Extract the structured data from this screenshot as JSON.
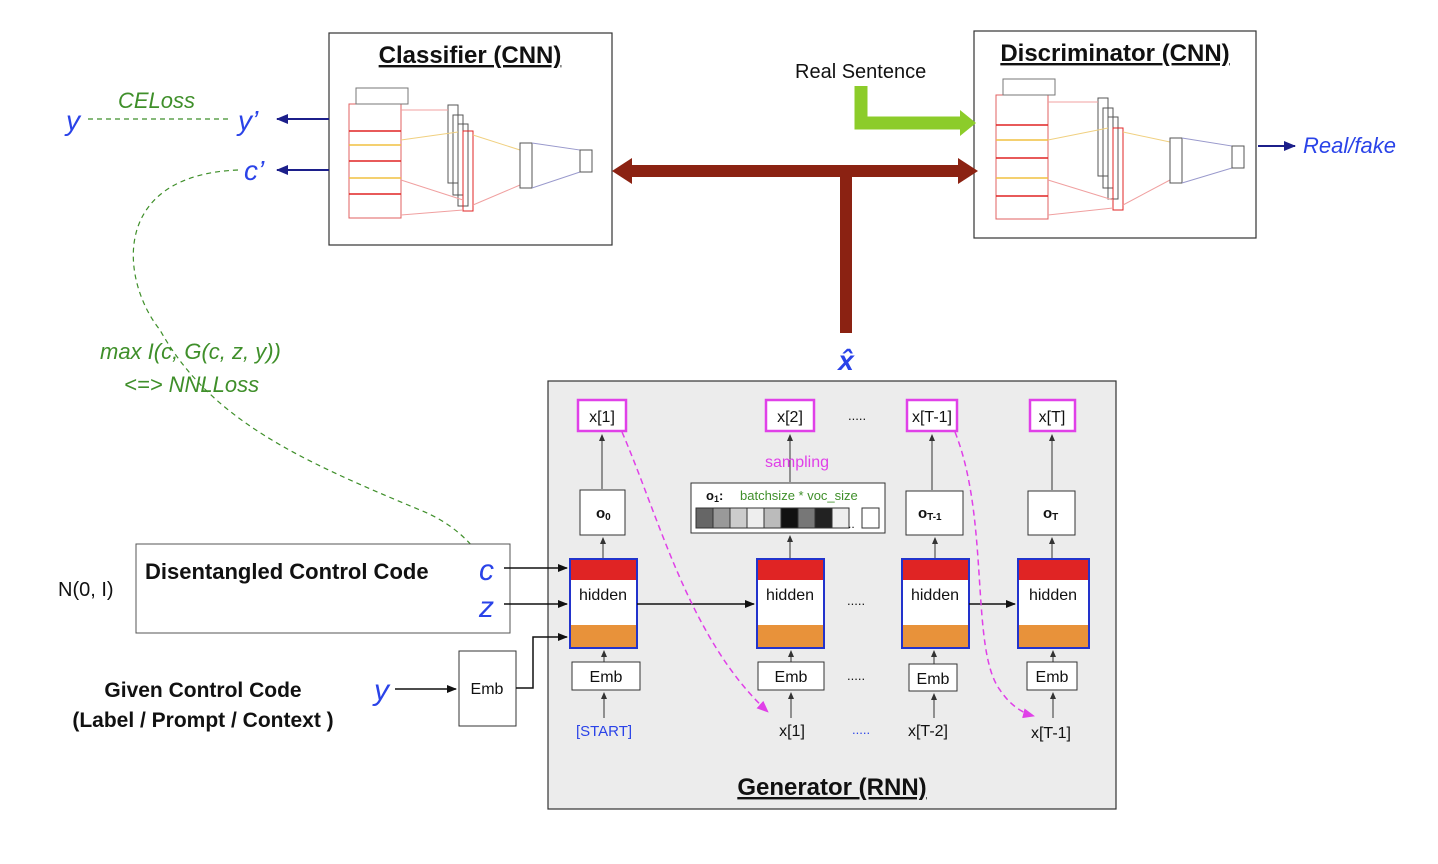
{
  "classifier": {
    "title": "Classifier (CNN)"
  },
  "discriminator": {
    "title": "Discriminator (CNN)"
  },
  "generator": {
    "title": "Generator (RNN)"
  },
  "real_sentence": "Real Sentence",
  "real_fake": "Real/fake",
  "x_hat": "x̂",
  "y_label": "y",
  "y_prime": "y’",
  "c_prime": "c’",
  "ce_loss": "CELoss",
  "max_info_line1": "max I(c, G(c, z, y))",
  "max_info_line2": "<=> NNLLoss",
  "disentangled": {
    "title": "Disentangled Control Code",
    "c": "c",
    "z": "z"
  },
  "noise": "N(0, I)",
  "given_code": {
    "line1": "Given Control Code",
    "line2": "(Label / Prompt / Context )",
    "y": "y",
    "emb": "Emb"
  },
  "outputs": [
    "x[1]",
    "x[2]",
    "x[T-1]",
    "x[T]"
  ],
  "top_ellipsis": ".....",
  "sampling": "sampling",
  "o_labels": {
    "o0_main": "o",
    "o0_sub": "0",
    "otm1_main": "o",
    "otm1_sub": "T-1",
    "ot_main": "o",
    "ot_sub": "T"
  },
  "o1_box": {
    "label_main": "o",
    "label_sub": "1",
    "label_suffix": ":",
    "desc": "batchsize * voc_size",
    "cells": [
      "#666666",
      "#999999",
      "#cccccc",
      "#eeeeee",
      "#bbbbbb",
      "#111111",
      "#777777",
      "#222222",
      "#eeeeee"
    ],
    "dots": "..",
    "last_cell": "#ffffff"
  },
  "hidden_label": "hidden",
  "emb_label": "Emb",
  "mid_ellipsis": ".....",
  "inputs": [
    "[START]",
    "x[1]",
    "x[T-2]",
    "x[T-1]"
  ],
  "input_ellipsis": ".....",
  "colors": {
    "dark_red": "#8b2212",
    "lime": "#8ccc2a",
    "blue": "#2a43e8",
    "green": "#3f8f2a",
    "magenta": "#e040e8",
    "red": "#e02424",
    "orange": "#e8923a",
    "navy": "#1c1f8a"
  }
}
